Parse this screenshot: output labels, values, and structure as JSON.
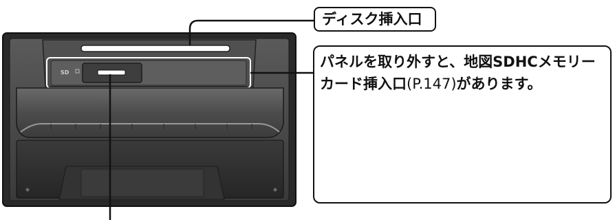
{
  "callouts": {
    "disc_slot": "ディスク挿入口",
    "sd_slot_line1": "パネルを取り外すと、地図SDHCメモリー",
    "sd_slot_line2_a": "カード挿入口",
    "sd_slot_line2_b": "(P.147)",
    "sd_slot_line2_c": "があります。"
  },
  "device": {
    "sd_logo_text": "SD"
  },
  "colors": {
    "body_dark": "#2b2b2b",
    "body_mid": "#4a4a4a",
    "body_light": "#6e6e6e",
    "outline": "#111111",
    "slot_white": "#ffffff"
  }
}
